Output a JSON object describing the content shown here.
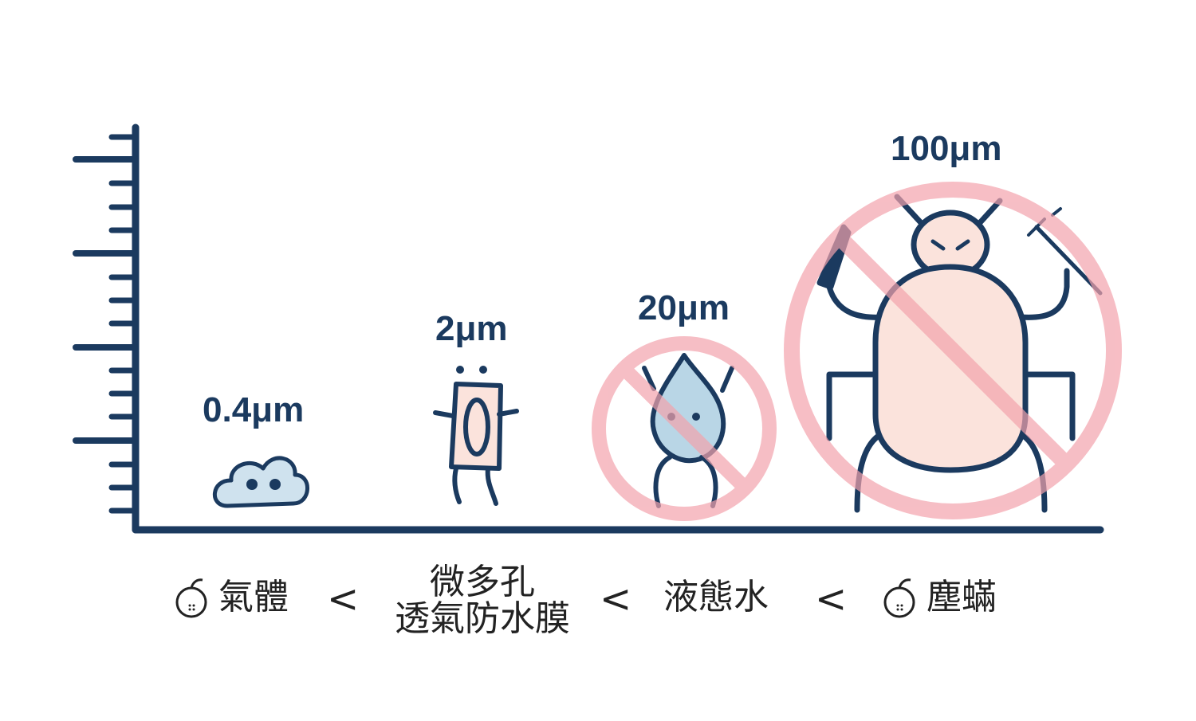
{
  "colors": {
    "navy": "#1b3a5f",
    "cloud_fill": "#cfe2ee",
    "drop_fill": "#b9d6e6",
    "body_fill": "#fbe3dc",
    "ban_red": "#f3a3ad",
    "ban_orange": "#f2b88a",
    "text": "#222222"
  },
  "sizes": {
    "gas": "0.4μm",
    "membrane": "2μm",
    "water": "20μm",
    "mite": "100μm"
  },
  "categories": {
    "gas": "氣體",
    "membrane_line1": "微多孔",
    "membrane_line2": "透氣防水膜",
    "water": "液態水",
    "mite": "塵蟎"
  },
  "comparator": "<",
  "icons": {
    "gas_icon": "bomb-ball-icon",
    "mite_icon": "bomb-ball-icon",
    "cloud": "gas-cloud-character",
    "membrane": "membrane-pore-character",
    "water": "water-drop-character",
    "mite": "dust-mite-character",
    "ban": "prohibition-icon"
  }
}
